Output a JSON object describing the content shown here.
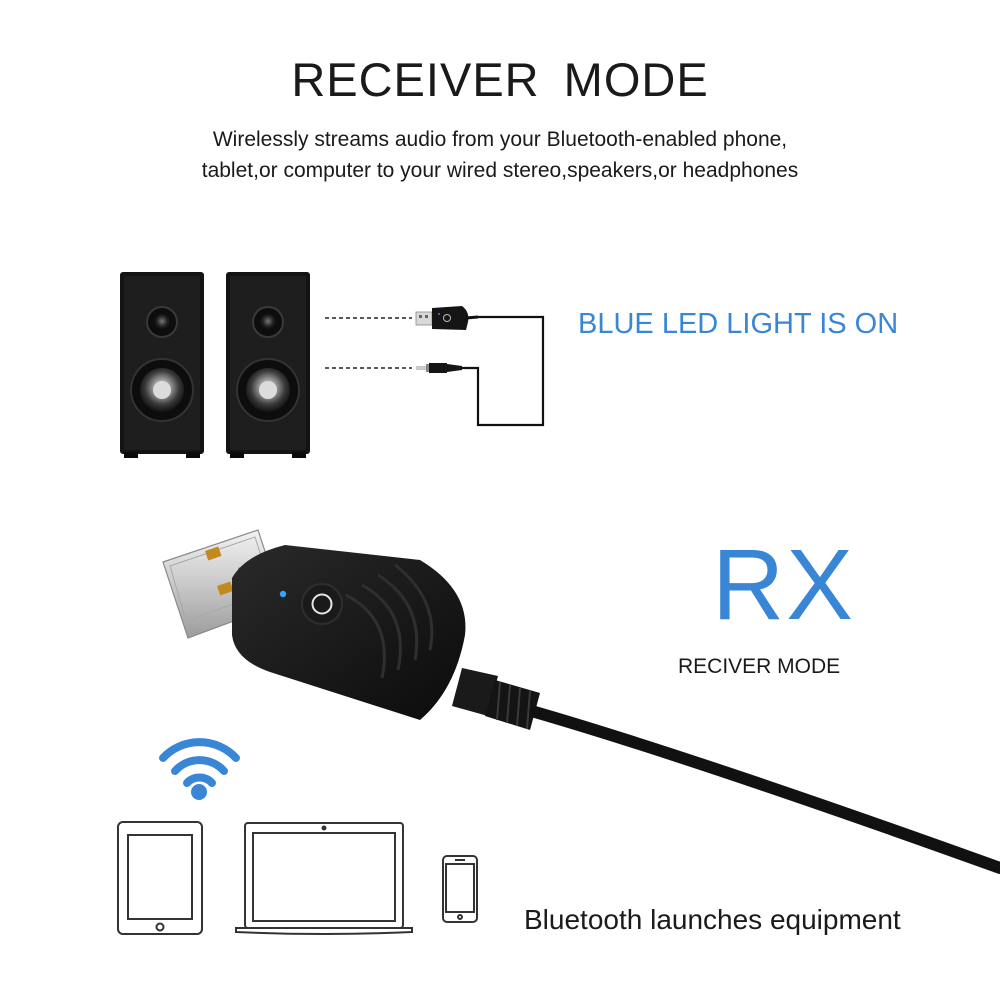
{
  "header": {
    "title": "RECEIVER  MODE",
    "subtitle_line1": "Wirelessly streams audio from your Bluetooth-enabled phone,",
    "subtitle_line2": "tablet,or computer to your wired stereo,speakers,or headphones"
  },
  "diagram": {
    "led_status": "BLUE LED LIGHT IS ON"
  },
  "mode": {
    "code": "RX",
    "label": "RECIVER MODE"
  },
  "footer": {
    "caption": "Bluetooth launches equipment"
  },
  "colors": {
    "accent_blue": "#3a86d6",
    "text": "#1a1a1a",
    "device_black": "#111111",
    "icon_stroke": "#333333"
  },
  "icons": [
    "wifi-icon",
    "tablet-icon",
    "laptop-icon",
    "phone-icon",
    "speaker-icon",
    "usb-adapter-icon"
  ]
}
